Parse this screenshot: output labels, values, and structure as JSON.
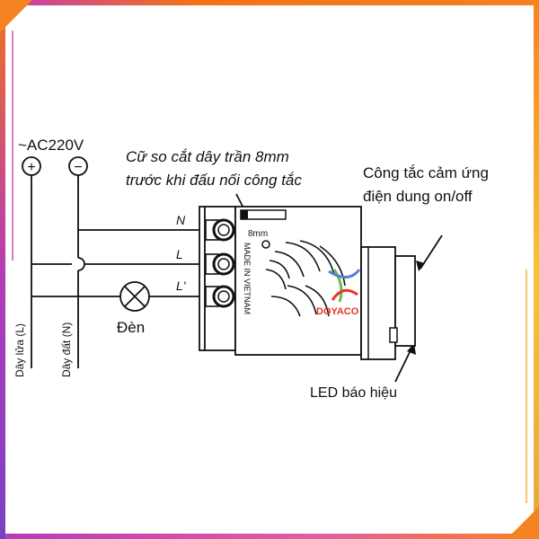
{
  "diagram": {
    "source_label": "~AC220V",
    "plus_symbol": "+",
    "minus_symbol": "−",
    "live_wire": "Dây lửa (L)",
    "neutral_wire": "Dây đất (N)",
    "lamp": "Đèn",
    "strip_note_line1": "Cữ so cắt dây trần 8mm",
    "strip_note_line2": "trước khi đấu nối công tắc",
    "switch_note_line1": "Công tắc cảm ứng",
    "switch_note_line2": "điện dung on/off",
    "led_note": "LED báo hiệu",
    "terminal_n": "N",
    "terminal_l": "L",
    "terminal_l2": "L'",
    "strip_length": "8mm",
    "made_in": "MADE IN VIETNAM",
    "logo": "DOYACO"
  },
  "colors": {
    "border_top": "#f58220",
    "border_left": "#c53a9f",
    "border_right": "#f7b731",
    "line": "#111111",
    "logo_text": "#e63329"
  }
}
